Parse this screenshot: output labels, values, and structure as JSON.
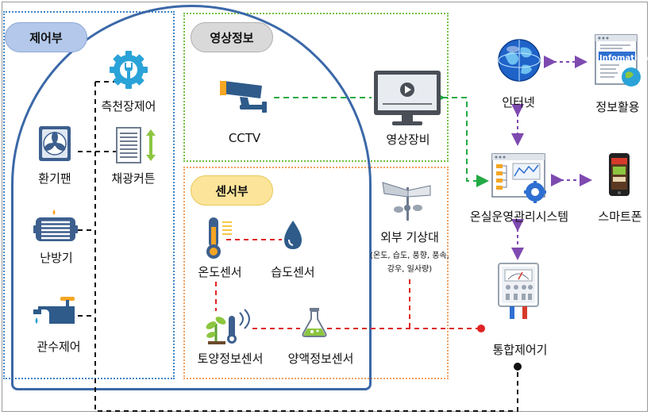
{
  "sections": {
    "control": "제어부",
    "video": "영상정보",
    "sensor": "센서부"
  },
  "nodes": {
    "ceiling_control": "측천장제어",
    "vent_fan": "환기팬",
    "shade_curtain": "채광커튼",
    "heater": "난방기",
    "irrigation": "관수제어",
    "cctv": "CCTV",
    "video_equipment": "영상장비",
    "temp_sensor": "온도센서",
    "humidity_sensor": "습도센서",
    "soil_sensor": "토양정보센서",
    "nutrient_sensor": "양액정보센서",
    "weather_station": "외부 기상대",
    "weather_station_detail_1": "(온도, 습도, 풍향, 풍속,",
    "weather_station_detail_2": "강우, 일사량)",
    "internet": "인터넷",
    "info_use": "정보활용",
    "info_badge": "Infomation",
    "greenhouse_system": "온실운영관리시스템",
    "smartphone": "스마트폰",
    "integrated_controller": "통합제어기"
  },
  "icons": {
    "ceiling_control": "gear-wrench-icon",
    "vent_fan": "fan-icon",
    "shade_curtain": "curtain-icon",
    "heater": "radiator-icon",
    "irrigation": "faucet-icon",
    "cctv": "cctv-camera-icon",
    "video_equipment": "monitor-play-icon",
    "temp_sensor": "thermometer-icon",
    "humidity_sensor": "water-drop-icon",
    "soil_sensor": "plant-sensor-icon",
    "nutrient_sensor": "flask-icon",
    "weather_station": "anemometer-icon",
    "internet": "globe-icon",
    "info_use": "information-window-icon",
    "greenhouse_system": "dashboard-window-icon",
    "smartphone": "smartphone-icon",
    "integrated_controller": "control-panel-icon"
  },
  "colors": {
    "control_zone": "#3f86c8",
    "video_zone": "#74c044",
    "sensor_zone": "#f0a060",
    "arch": "#3b68a8",
    "link_green": "#22aa44",
    "link_red": "#e02424",
    "link_purple": "#7e4ab0",
    "link_black": "#111111"
  }
}
